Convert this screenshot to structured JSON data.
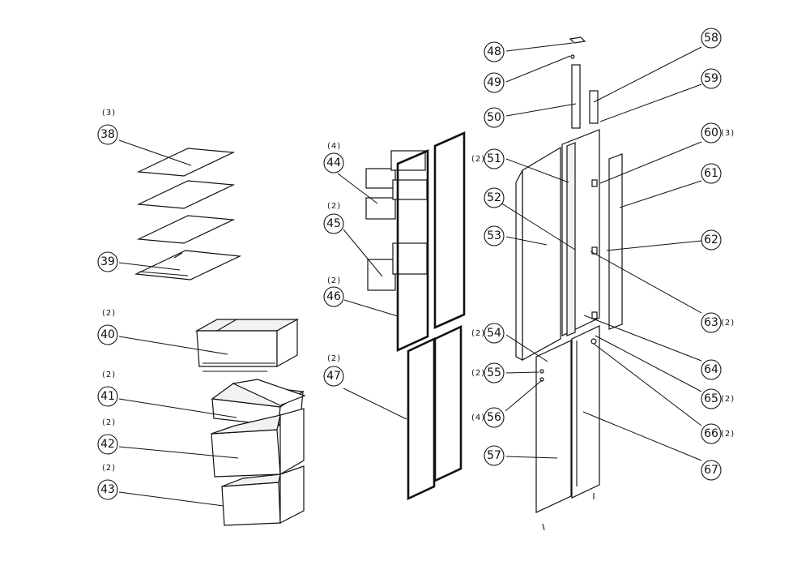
{
  "diagram": {
    "callouts": [
      {
        "id": "c38",
        "number": "38",
        "qty": "(3)"
      },
      {
        "id": "c39",
        "number": "39",
        "qty": ""
      },
      {
        "id": "c40",
        "number": "40",
        "qty": "(2)"
      },
      {
        "id": "c41",
        "number": "41",
        "qty": "(2)"
      },
      {
        "id": "c42",
        "number": "42",
        "qty": "(2)"
      },
      {
        "id": "c43",
        "number": "43",
        "qty": "(2)"
      },
      {
        "id": "c44",
        "number": "44",
        "qty": "(4)"
      },
      {
        "id": "c45",
        "number": "45",
        "qty": "(2)"
      },
      {
        "id": "c46",
        "number": "46",
        "qty": "(2)"
      },
      {
        "id": "c47",
        "number": "47",
        "qty": "(2)"
      },
      {
        "id": "c48",
        "number": "48",
        "qty": ""
      },
      {
        "id": "c49",
        "number": "49",
        "qty": ""
      },
      {
        "id": "c50",
        "number": "50",
        "qty": ""
      },
      {
        "id": "c51",
        "number": "51",
        "qty": "(2)"
      },
      {
        "id": "c52",
        "number": "52",
        "qty": ""
      },
      {
        "id": "c53",
        "number": "53",
        "qty": ""
      },
      {
        "id": "c54",
        "number": "54",
        "qty": "(2)"
      },
      {
        "id": "c55",
        "number": "55",
        "qty": "(2)"
      },
      {
        "id": "c56",
        "number": "56",
        "qty": "(4)"
      },
      {
        "id": "c57",
        "number": "57",
        "qty": ""
      },
      {
        "id": "c58",
        "number": "58",
        "qty": ""
      },
      {
        "id": "c59",
        "number": "59",
        "qty": ""
      },
      {
        "id": "c60",
        "number": "60",
        "qty": "(3)"
      },
      {
        "id": "c61",
        "number": "61",
        "qty": ""
      },
      {
        "id": "c62",
        "number": "62",
        "qty": ""
      },
      {
        "id": "c63",
        "number": "63",
        "qty": "(2)"
      },
      {
        "id": "c64",
        "number": "64",
        "qty": ""
      },
      {
        "id": "c65",
        "number": "65",
        "qty": "(2)"
      },
      {
        "id": "c66",
        "number": "66",
        "qty": "(2)"
      },
      {
        "id": "c67",
        "number": "67",
        "qty": ""
      }
    ]
  }
}
